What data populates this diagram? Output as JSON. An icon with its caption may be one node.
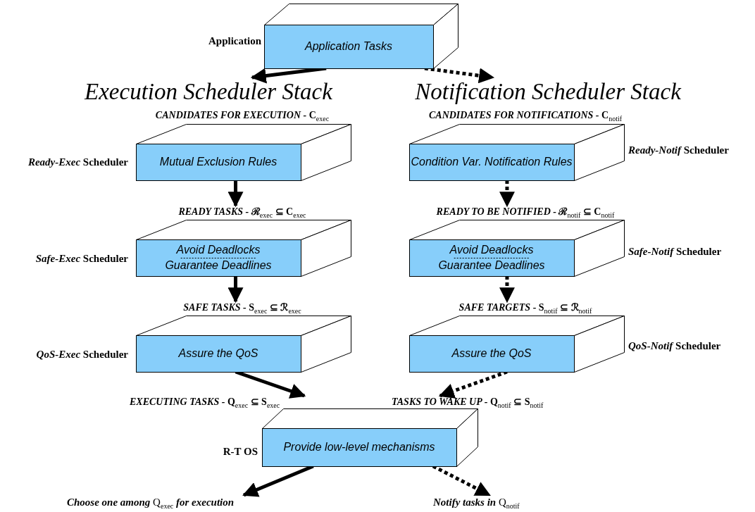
{
  "diagram": {
    "nodes": [
      {
        "text": [
          "Application Tasks"
        ],
        "beside": [
          "Application"
        ]
      },
      {
        "text": [
          "Execution Scheduler Stack"
        ]
      },
      {
        "text": [
          "Notification Scheduler Stack"
        ]
      },
      {
        "text": [
          "**CANDIDATES FOR EXECUTION -** C$_{exec}$",
          "Mutual Exclusion Rules"
        ],
        "beside": [
          "*Ready-Exec* Scheduler"
        ]
      },
      {
        "text": [
          "**CANDIDATES FOR NOTIFICATIONS -** C$_{notif}$",
          "Condition Var. Notification Rules"
        ],
        "beside": [
          "*Ready-Notif* Scheduler"
        ]
      },
      {
        "text": [
          "**READY TASKS -** ℛ$_{exec}$ ⊆ C$_{exec}$",
          "Avoid Deadlocks",
          "Guarantee Deadlines"
        ],
        "beside": [
          "*Safe-Exec* Scheduler"
        ]
      },
      {
        "text": [
          "**READY TO BE NOTIFIED -** ℛ$_{notif}$ ⊆ C$_{notif}$",
          "Avoid Deadlocks",
          "Guarantee Deadlines"
        ],
        "beside": [
          "*Safe-Notif* Scheduler"
        ]
      },
      {
        "text": [
          "**SAFE TASKS -** S$_{exec}$ ⊆ ℛ$_{exec}$",
          "Assure the QoS"
        ],
        "beside": [
          "*QoS-Exec* Scheduler"
        ]
      },
      {
        "text": [
          "**SAFE TARGETS -** S$_{notif}$ ⊆ ℛ$_{notif}$",
          "Assure the QoS"
        ],
        "beside": [
          "*QoS-Notif* Scheduler"
        ]
      },
      {
        "text": [
          "**EXECUTING TASKS -** Q$_{exec}$ ⊆ S$_{exec}$",
          "**TASKS TO WAKE UP -** Q$_{notif}$ ⊆ S$_{notif}$",
          "Provide low-level mechanisms"
        ],
        "beside": [
          "R-T OS"
        ]
      },
      {
        "text": [
          "**Choose one among** Q$_{exec}$ **for execution**"
        ]
      },
      {
        "text": [
          "**Notify tasks in** Q$_{notif}$"
        ]
      }
    ],
    "edges": [
      {
        "from": 0,
        "to": 1,
        "arrow": "to"
      },
      {
        "from": 0,
        "to": 2,
        "arrow": "to",
        "style": "dashed"
      },
      {
        "from": 3,
        "to": 5,
        "arrow": "to"
      },
      {
        "from": 4,
        "to": 6,
        "arrow": "to",
        "style": "dashed"
      },
      {
        "from": 5,
        "to": 7,
        "arrow": "to"
      },
      {
        "from": 6,
        "to": 8,
        "arrow": "to",
        "style": "dashed"
      },
      {
        "from": 7,
        "to": 9,
        "arrow": "to"
      },
      {
        "from": 8,
        "to": 9,
        "arrow": "to",
        "style": "dashed"
      },
      {
        "from": 9,
        "to": 10,
        "arrow": "to"
      },
      {
        "from": 9,
        "to": 11,
        "arrow": "to",
        "style": "dashed"
      }
    ]
  }
}
